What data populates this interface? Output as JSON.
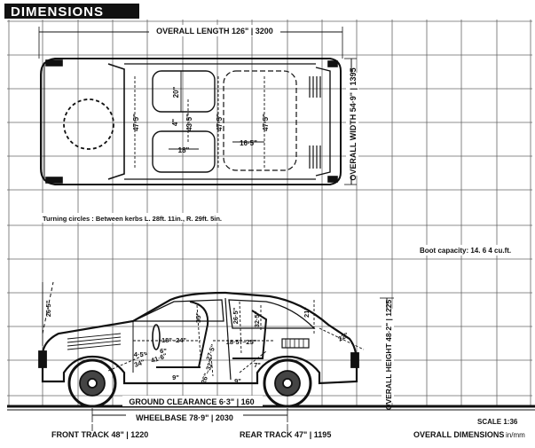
{
  "header": {
    "title": "DIMENSIONS"
  },
  "top_view": {
    "overall_length": "OVERALL LENGTH  126\" | 3200",
    "overall_width": "OVERALL WIDTH  54·9\" | 1395",
    "dims": [
      "47·5\"",
      "20\"",
      "4\"",
      "43·5\"",
      "47·5\"",
      "18\"",
      "16·5\"",
      "47·5\""
    ]
  },
  "turning_circles": "Turning circles : Between kerbs L. 28ft. 11in., R. 29ft. 5in.",
  "boot_capacity": "Boot capacity: 14. 6 4 cu.ft.",
  "side_view": {
    "dims": [
      "26·5\"",
      "35\"",
      "26·5\"",
      "32·5\"",
      "21\"",
      "22\"",
      "18\"–24\"",
      "18·5\"–25\"",
      "34\"",
      "41·6\"",
      "27·5\"",
      "9\"",
      "7\"",
      "26\"–32\"",
      "9\"",
      "4·5\"",
      "6\""
    ],
    "overall_height": "OVERALL HEIGHT  48·2\" | 1225",
    "ground_clearance": "GROUND CLEARANCE  6·3\" | 160",
    "wheelbase": "WHEELBASE  78·9\" | 2030"
  },
  "footer": {
    "front_track": "FRONT TRACK 48\" | 1220",
    "rear_track": "REAR TRACK  47\" | 1195",
    "scale": "SCALE 1:36",
    "overall_dimensions": "OVERALL DIMENSIONS",
    "unit": "in/mm"
  }
}
